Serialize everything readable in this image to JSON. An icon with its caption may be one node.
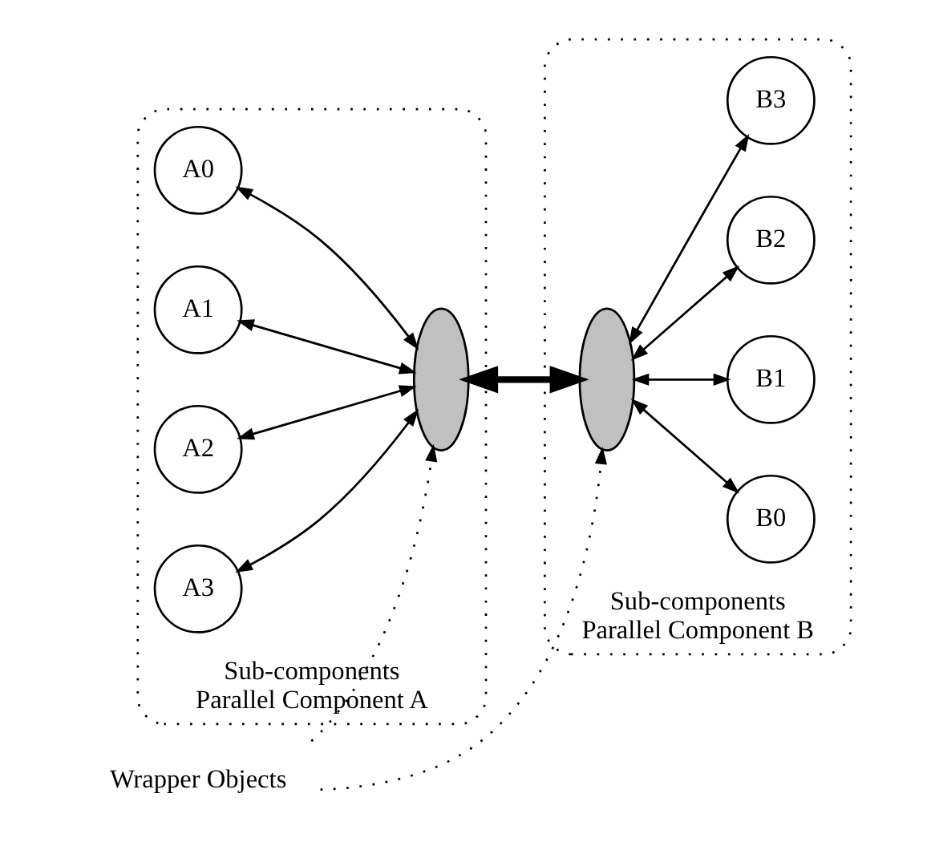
{
  "diagram": {
    "nodes": [
      {
        "text": [
          "Sub-components",
          "Parallel Component A"
        ]
      },
      {
        "text": [
          "A0"
        ],
        "in": 0
      },
      {
        "text": [
          "A1"
        ],
        "in": 0
      },
      {
        "text": [
          "A2"
        ],
        "in": 0
      },
      {
        "text": [
          "A3"
        ],
        "in": 0
      },
      {
        "text": [],
        "shape": "ellipse",
        "in": 0
      },
      {
        "text": [
          "Sub-components",
          "Parallel Component B"
        ]
      },
      {
        "text": [],
        "shape": "ellipse",
        "in": 6
      },
      {
        "text": [
          "B0"
        ],
        "in": 6
      },
      {
        "text": [
          "B1"
        ],
        "in": 6
      },
      {
        "text": [
          "B2"
        ],
        "in": 6
      },
      {
        "text": [
          "B3"
        ],
        "in": 6
      },
      {
        "text": [
          "Wrapper Objects"
        ]
      }
    ],
    "edges": [
      {
        "from": 1,
        "to": 5,
        "arrow": "both"
      },
      {
        "from": 2,
        "to": 5,
        "arrow": "both"
      },
      {
        "from": 3,
        "to": 5,
        "arrow": "both"
      },
      {
        "from": 4,
        "to": 5,
        "arrow": "both"
      },
      {
        "from": 7,
        "to": 8,
        "arrow": "both"
      },
      {
        "from": 7,
        "to": 9,
        "arrow": "both"
      },
      {
        "from": 7,
        "to": 10,
        "arrow": "both"
      },
      {
        "from": 7,
        "to": 11,
        "arrow": "both"
      },
      {
        "from": 5,
        "to": 7,
        "arrow": "both",
        "style": "thick"
      },
      {
        "from": 12,
        "to": 5,
        "arrow": "to",
        "style": "dashed"
      },
      {
        "from": 12,
        "to": 7,
        "arrow": "to",
        "style": "dashed"
      }
    ]
  }
}
